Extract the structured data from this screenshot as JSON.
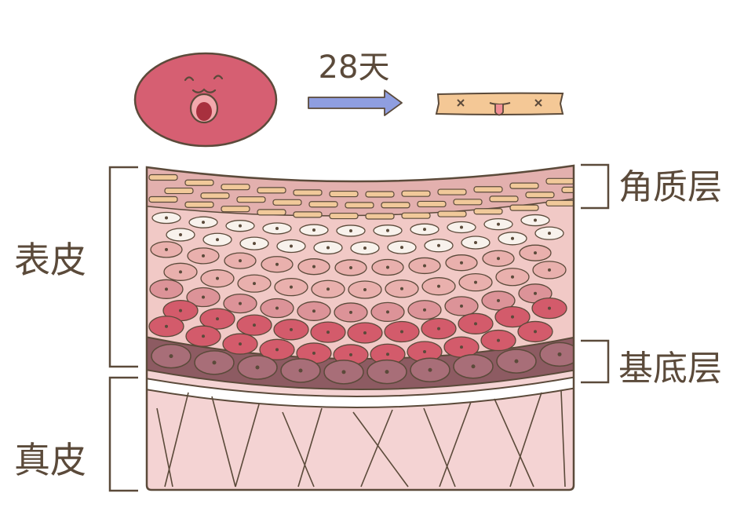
{
  "header": {
    "duration_label": "28天"
  },
  "labels": {
    "epidermis": "表皮",
    "dermis": "真皮",
    "stratum_corneum": "角质层",
    "basal_layer": "基底层"
  },
  "colors": {
    "outline": "#5b4a3a",
    "cell_face": "#d65f72",
    "arrow": "#8f9ee0",
    "flake": "#f4c896",
    "corneum_bg": "#e3b0ae",
    "flake_fill": "#f1c99a",
    "pale_cell": "#f8f2ec",
    "light_cell": "#e9b0ad",
    "mid_cell": "#dc9398",
    "red_cell": "#d35b6b",
    "basal_bg": "#8d5b62",
    "basal_cell": "#a86e78",
    "dermis": "#f4d3d3",
    "epidermis_bg": "#f1c9c6"
  }
}
